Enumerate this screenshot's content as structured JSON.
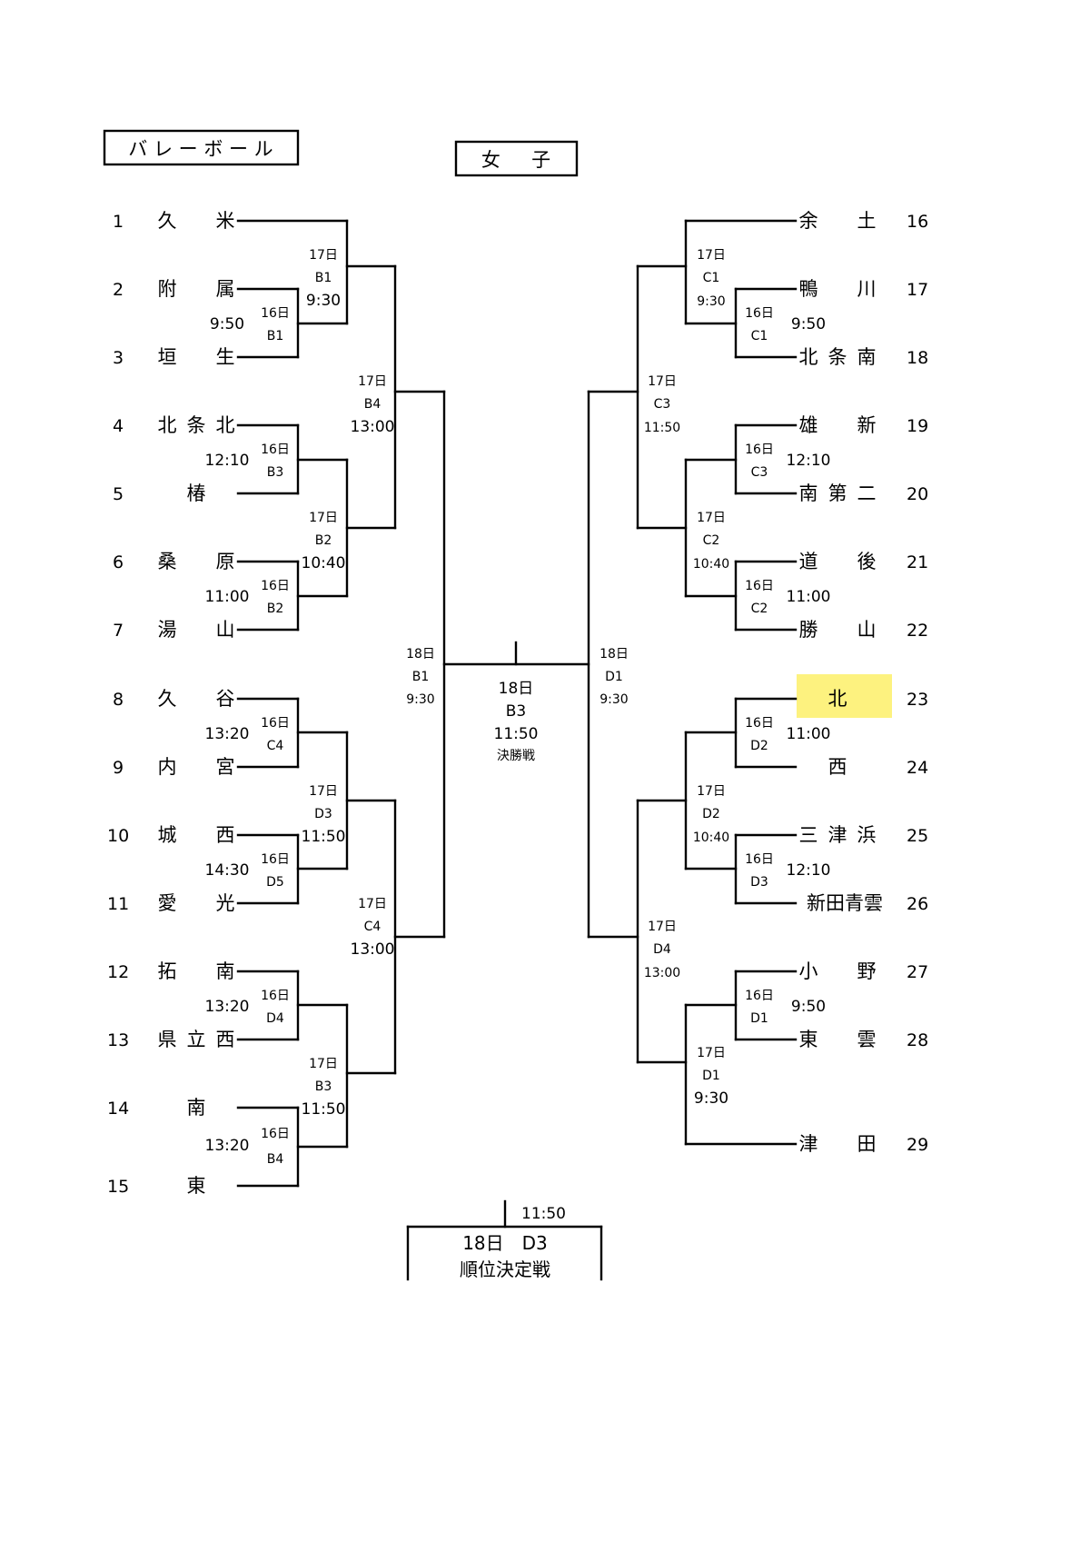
{
  "header": {
    "sport": "バ レ ー ボ ー ル",
    "division": "女 　 子"
  },
  "left_teams": [
    {
      "num": "1",
      "c1": "久",
      "c3": "米"
    },
    {
      "num": "2",
      "c1": "附",
      "c3": "属"
    },
    {
      "num": "3",
      "c1": "垣",
      "c3": "生"
    },
    {
      "num": "4",
      "c1": "北",
      "c2": "条",
      "c3": "北"
    },
    {
      "num": "5",
      "c2": "椿"
    },
    {
      "num": "6",
      "c1": "桑",
      "c3": "原"
    },
    {
      "num": "7",
      "c1": "湯",
      "c3": "山"
    },
    {
      "num": "8",
      "c1": "久",
      "c3": "谷"
    },
    {
      "num": "9",
      "c1": "内",
      "c3": "宮"
    },
    {
      "num": "10",
      "c1": "城",
      "c3": "西"
    },
    {
      "num": "11",
      "c1": "愛",
      "c3": "光"
    },
    {
      "num": "12",
      "c1": "拓",
      "c3": "南"
    },
    {
      "num": "13",
      "c1": "県",
      "c2": "立",
      "c3": "西"
    },
    {
      "num": "14",
      "c2": "南"
    },
    {
      "num": "15",
      "c2": "東"
    }
  ],
  "right_teams": [
    {
      "num": "16",
      "c1": "余",
      "c3": "土"
    },
    {
      "num": "17",
      "c1": "鴨",
      "c3": "川"
    },
    {
      "num": "18",
      "c1": "北",
      "c2": "条",
      "c3": "南"
    },
    {
      "num": "19",
      "c1": "雄",
      "c3": "新"
    },
    {
      "num": "20",
      "c1": "南",
      "c2": "第",
      "c3": "二"
    },
    {
      "num": "21",
      "c1": "道",
      "c3": "後"
    },
    {
      "num": "22",
      "c1": "勝",
      "c3": "山"
    },
    {
      "num": "23",
      "c2": "北",
      "highlight": true
    },
    {
      "num": "24",
      "c2": "西"
    },
    {
      "num": "25",
      "c1": "三",
      "c2": "津",
      "c3": "浜"
    },
    {
      "num": "26",
      "full": "新田青雲"
    },
    {
      "num": "27",
      "c1": "小",
      "c3": "野"
    },
    {
      "num": "28",
      "c1": "東",
      "c3": "雲"
    },
    {
      "num": "29",
      "c1": "津",
      "c3": "田"
    }
  ],
  "left_r1": [
    {
      "day": "16日",
      "court": "B1",
      "time": "9:50"
    },
    {
      "day": "16日",
      "court": "B3",
      "time": "12:10"
    },
    {
      "day": "16日",
      "court": "B2",
      "time": "11:00"
    },
    {
      "day": "16日",
      "court": "C4",
      "time": "13:20"
    },
    {
      "day": "16日",
      "court": "D5",
      "time": "14:30"
    },
    {
      "day": "16日",
      "court": "D4",
      "time": "13:20"
    },
    {
      "day": "16日",
      "court": "B4",
      "time": "13:20"
    }
  ],
  "left_r2": [
    {
      "day": "17日",
      "court": "B1",
      "time": "9:30"
    },
    {
      "day": "17日",
      "court": "B2",
      "time": "10:40"
    },
    {
      "day": "17日",
      "court": "D3",
      "time": "11:50"
    },
    {
      "day": "17日",
      "court": "B3",
      "time": "11:50"
    }
  ],
  "left_r3": [
    {
      "day": "17日",
      "court": "B4",
      "time": "13:00"
    },
    {
      "day": "17日",
      "court": "C4",
      "time": "13:00"
    }
  ],
  "left_semi": {
    "day": "18日",
    "court": "B1",
    "time": "9:30"
  },
  "right_r1": [
    {
      "day": "16日",
      "court": "C1",
      "time": "9:50"
    },
    {
      "day": "16日",
      "court": "C3",
      "time": "12:10"
    },
    {
      "day": "16日",
      "court": "C2",
      "time": "11:00"
    },
    {
      "day": "16日",
      "court": "D2",
      "time": "11:00"
    },
    {
      "day": "16日",
      "court": "D3",
      "time": "12:10"
    },
    {
      "day": "16日",
      "court": "D1",
      "time": "9:50"
    }
  ],
  "right_r2": [
    {
      "day": "17日",
      "court": "C1",
      "time": "9:30"
    },
    {
      "day": "17日",
      "court": "C2",
      "time": "10:40"
    },
    {
      "day": "17日",
      "court": "D2",
      "time": "10:40"
    },
    {
      "day": "17日",
      "court": "D1",
      "time": "9:30"
    }
  ],
  "right_r3": [
    {
      "day": "17日",
      "court": "C3",
      "time": "11:50"
    },
    {
      "day": "17日",
      "court": "D4",
      "time": "13:00"
    }
  ],
  "right_semi": {
    "day": "18日",
    "court": "D1",
    "time": "9:30"
  },
  "final": {
    "day": "18日",
    "court": "B3",
    "time": "11:50",
    "label": "決勝戦"
  },
  "third_place": {
    "time": "11:50",
    "line1": "18日　D3",
    "line2": "順位決定戦"
  }
}
